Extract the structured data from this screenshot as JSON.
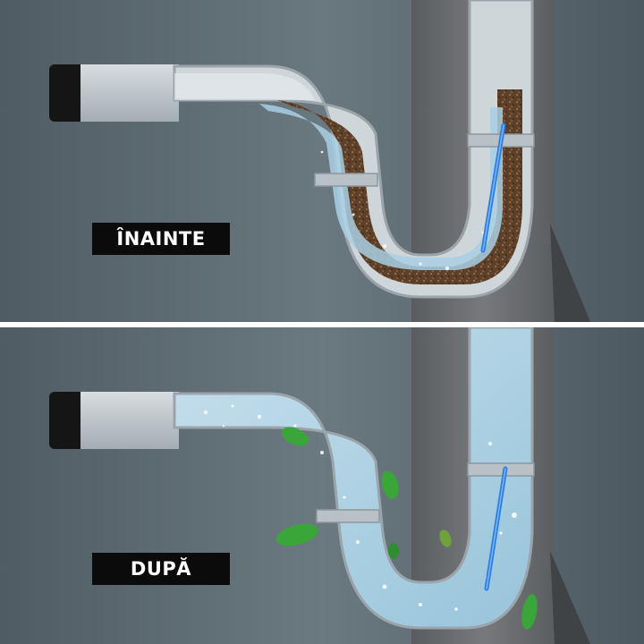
{
  "labels": {
    "before": "ÎNAINTE",
    "after": "DUPĂ"
  },
  "colors": {
    "wall": "#5d6b74",
    "column": "#6a6d70",
    "pipe": "#b9c3c8",
    "water": "#a9cfe3",
    "dirt": "#6b4a32",
    "leaf": "#3aa63a",
    "stick": "#2c7fe0",
    "label_bg": "#0b0b0b",
    "label_text": "#ffffff"
  },
  "icons": [
    "blue-cleaning-stick",
    "green-leaf",
    "water-bubbles",
    "dirt-clog"
  ]
}
